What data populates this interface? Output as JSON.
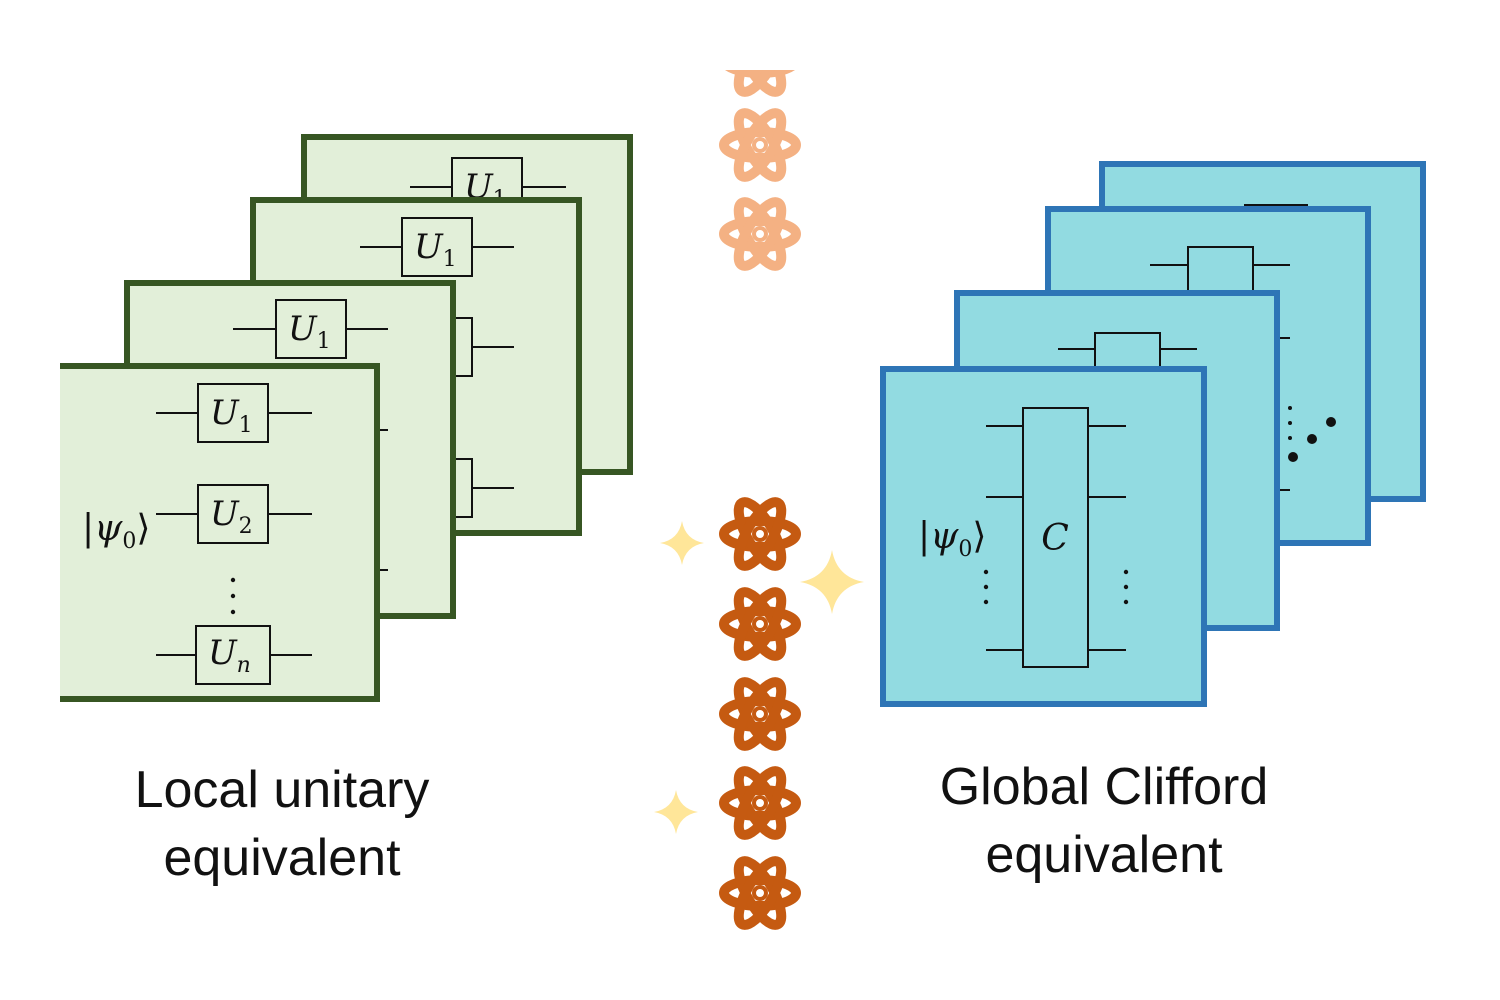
{
  "captions": {
    "left_line1": "Local unitary",
    "left_line2": "equivalent",
    "right_line1": "Global Clifford",
    "right_line2": "equivalent"
  },
  "left_panel": {
    "state": "|ψ",
    "state_sub": "0",
    "state_close": "⟩",
    "gate_letter": "U",
    "gate_subscripts": [
      "1",
      "2",
      "n"
    ],
    "ellipsis": "⋮"
  },
  "right_panel": {
    "state": "|ψ",
    "state_sub": "0",
    "state_close": "⟩",
    "gate": "C",
    "ellipsis": "⋮"
  },
  "colors": {
    "green_fill": "#e2efd9",
    "green_border": "#375623",
    "blue_fill": "#92dbe1",
    "blue_border": "#2e75b6",
    "atom_light": "#f4b183",
    "atom_dark": "#c55a11",
    "sparkle": "#ffe699"
  },
  "icons": [
    "atom-icon",
    "sparkle-icon"
  ]
}
